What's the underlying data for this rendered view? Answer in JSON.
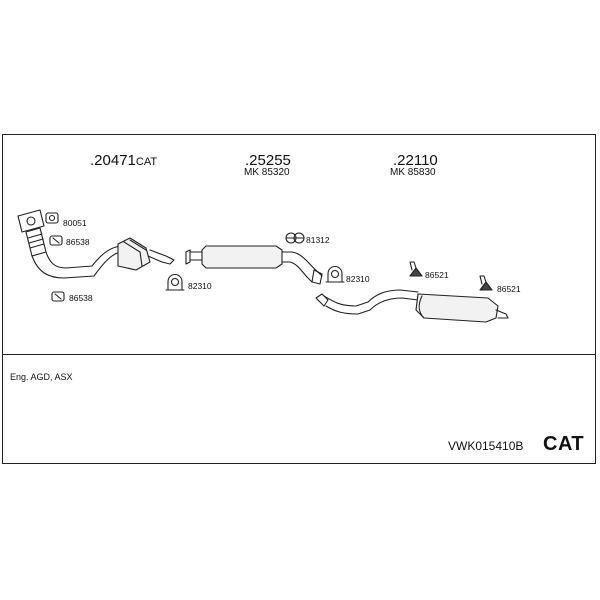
{
  "groups": [
    {
      "number": ".20471",
      "suffix": "CAT"
    },
    {
      "number": ".25255",
      "sub": "MK 85320"
    },
    {
      "number": ".22110",
      "sub": "MK 85830"
    }
  ],
  "parts": {
    "p80051": "80051",
    "p86538a": "86538",
    "p86538b": "86538",
    "p82310a": "82310",
    "p81312": "81312",
    "p82310b": "82310",
    "p86521a": "86521",
    "p86521b": "86521"
  },
  "engine_note": "Eng. AGD, ASX",
  "kit_code": "VWK015410B",
  "category": "CAT"
}
